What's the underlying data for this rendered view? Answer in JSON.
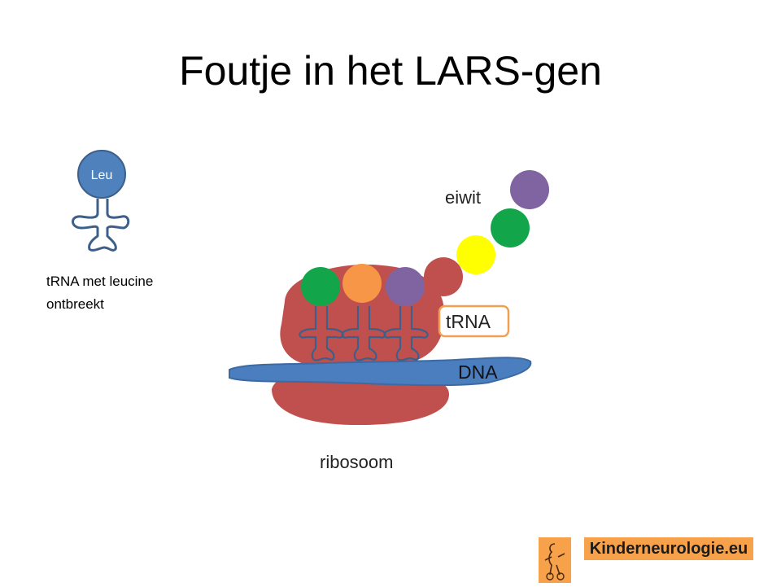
{
  "slide": {
    "title": "Foutje in het LARS-gen",
    "caption_line1": "tRNA met leucine",
    "caption_line2": "ontbreekt"
  },
  "diagram": {
    "trna_amino_label": "Leu",
    "protein_label": "eiwit",
    "trna_label": "tRNA",
    "dna_label": "DNA",
    "ribosome_label": "ribosoom"
  },
  "branding": {
    "logo_text": "Kinderneurologie.eu",
    "logo_color": "#f7a24a"
  },
  "colors": {
    "ribosome": "#c0504d",
    "dna": "#4a7ebf",
    "leu_circle": "#4f81bd",
    "trna_outline": "#3d5f8a",
    "label_box": "#f0a050",
    "green": "#12a54a",
    "orange": "#f79646",
    "purple": "#8064a2",
    "red": "#c0504d",
    "yellow": "#ffff00"
  }
}
